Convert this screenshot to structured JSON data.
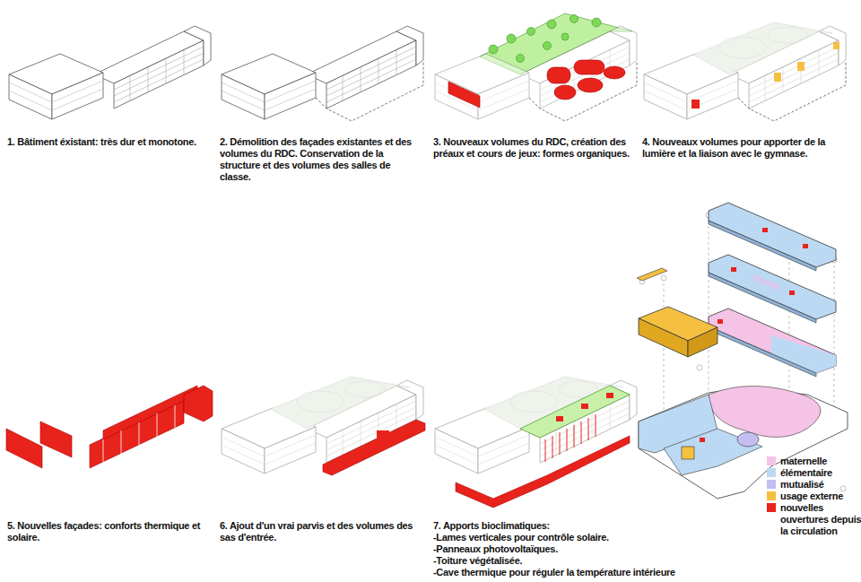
{
  "diagram": {
    "labels": [
      "1. Bâtiment éxistant: très dur et monotone.",
      "2. Démolition des façades existantes et des volumes du RDC. Conservation de la structure et des volumes des salles de classe.",
      "3. Nouveaux volumes du RDC, création des préaux et cours de jeux: formes organiques.",
      "4. Nouveaux volumes pour apporter de la lumière et la liaison avec le gymnase.",
      "5. Nouvelles façades: conforts thermique et solaire.",
      "6. Ajout d'un vrai parvis et des volumes des sas d'entrée.",
      "7. Apports bioclimatiques:",
      "-Lames verticales pour contrôle solaire.",
      "-Panneaux photovoltaïques.",
      "-Toiture végétalisée.",
      "-Cave thermique pour réguler la température intérieure"
    ],
    "legend": [
      {
        "text": "maternelle",
        "color": "#f4c3e6"
      },
      {
        "text": "élémentaire",
        "color": "#bcd9f3"
      },
      {
        "text": "mutualisé",
        "color": "#c4bdf0"
      },
      {
        "text": "usage externe",
        "color": "#f5c040"
      },
      {
        "text": "nouvelles ouvertures depuis la circulation",
        "color": "#e8231c"
      }
    ]
  }
}
